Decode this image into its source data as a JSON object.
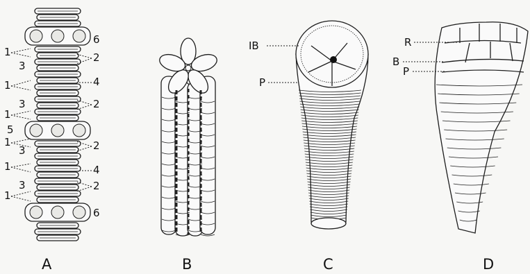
{
  "panel_a": {
    "caption": "A",
    "labels_left": [
      "1",
      "3",
      "1",
      "3",
      "1",
      "5",
      "1",
      "3",
      "1",
      "3",
      "1"
    ],
    "labels_right": [
      "6",
      "2",
      "4",
      "2",
      "2",
      "4",
      "2",
      "6"
    ]
  },
  "panel_b": {
    "caption": "B"
  },
  "panel_c": {
    "caption": "C",
    "labels": [
      "IB",
      "P"
    ]
  },
  "panel_d": {
    "caption": "D",
    "labels": [
      "R",
      "B",
      "P"
    ]
  }
}
